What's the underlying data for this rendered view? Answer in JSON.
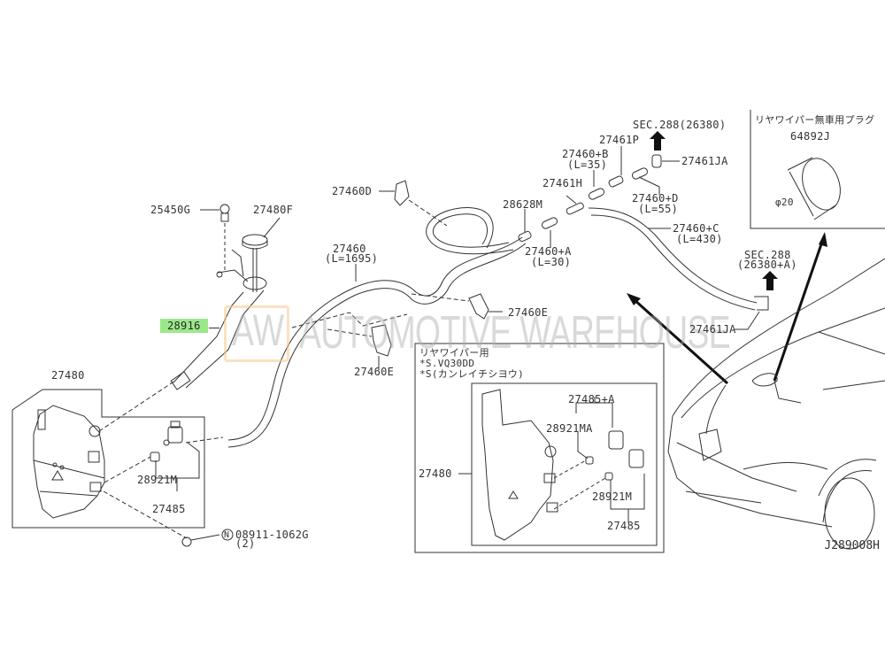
{
  "diagram": {
    "code": "J289008H",
    "watermark": {
      "logo": "AW",
      "text": "AUTOMOTIVE WAREHOUSE",
      "logo_border_color": "#fac88c"
    },
    "highlight_color": "#9be88b",
    "parts": {
      "p25450G": "25450G",
      "p27480F": "27480F",
      "p28916": "28916",
      "p27480_main": "27480",
      "p28921M_main": "28921M",
      "p27485_main": "27485",
      "nut_prefix": "N",
      "nut_part": "08911-1062G",
      "nut_qty": "(2)",
      "p27460D": "27460D",
      "p27460": "27460",
      "p27460_len": "(L=1695)",
      "p27460E_a": "27460E",
      "p27460E_b": "27460E",
      "p28628M": "28628M",
      "p27460A": "27460+A",
      "p27460A_len": "(L=30)",
      "p27461H": "27461H",
      "p27460B": "27460+B",
      "p27460B_len": "(L=35)",
      "p27461P": "27461P",
      "sec288_top": "SEC.288(26380)",
      "p27461JA_top": "27461JA",
      "p27460D_plus": "27460+D",
      "p27460D_plus_len": "(L=55)",
      "p27460C": "27460+C",
      "p27460C_len": "(L=430)",
      "sec288_side": "SEC.288",
      "sec288_side_ref": "(26380+A)",
      "p27461JA_side": "27461JA"
    },
    "plug_box": {
      "title": "リヤワイパー無車用プラグ",
      "part": "64892J",
      "dimension": "φ20"
    },
    "rear_wiper_box": {
      "line1": "リヤワイパー用",
      "line2": "*S.VQ30DD",
      "line3": "*S(カンレイチシヨウ)",
      "p27480": "27480",
      "p27485A": "27485+A",
      "p28921MA": "28921MA",
      "p28921M": "28921M",
      "p27485": "27485"
    }
  }
}
